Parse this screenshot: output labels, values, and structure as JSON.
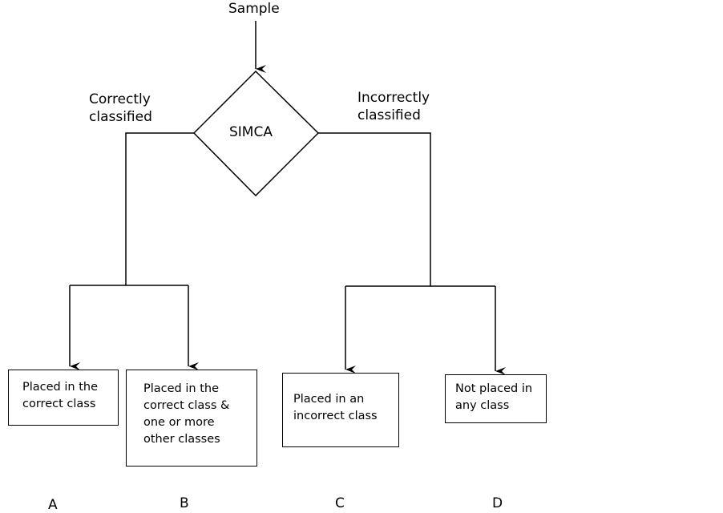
{
  "input_label": "Sample",
  "decision_label": "SIMCA",
  "branch_left": "Correctly\nclassified",
  "branch_right": "Incorrectly\nclassified",
  "outcomes": [
    {
      "text": "Placed in the\ncorrect class",
      "letter": "A"
    },
    {
      "text": "Placed in the\ncorrect class &\none or more\nother classes",
      "letter": "B"
    },
    {
      "text": "Placed in an\nincorrect class",
      "letter": "C"
    },
    {
      "text": "Not placed in\nany class",
      "letter": "D"
    }
  ]
}
